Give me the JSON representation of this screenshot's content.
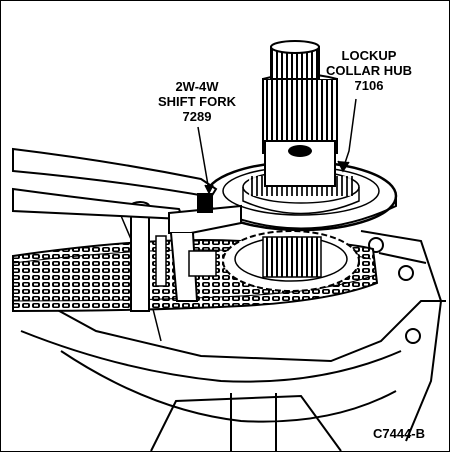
{
  "callouts": {
    "shift_fork": {
      "line1": "2W-4W",
      "line2": "SHIFT FORK",
      "part_number": "7289"
    },
    "lockup_hub": {
      "line1": "LOCKUP",
      "line2": "COLLAR HUB",
      "part_number": "7106"
    }
  },
  "figure_id": "C7444-B",
  "colors": {
    "ink": "#000000",
    "paper": "#ffffff"
  }
}
